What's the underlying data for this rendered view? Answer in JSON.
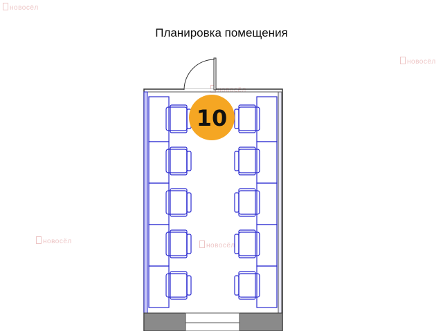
{
  "title": "Планировка помещения",
  "room_number": "10",
  "watermark": "новосёл",
  "colors": {
    "furniture": "#2b2bd0",
    "desk_fill": "#c8c8f5",
    "wall": "#333333",
    "wall_fill": "#8a8a8a",
    "badge": "#f5a623",
    "watermark": "#e9b7b7"
  },
  "layout": {
    "workstations_per_side": 5,
    "sides": 2
  }
}
